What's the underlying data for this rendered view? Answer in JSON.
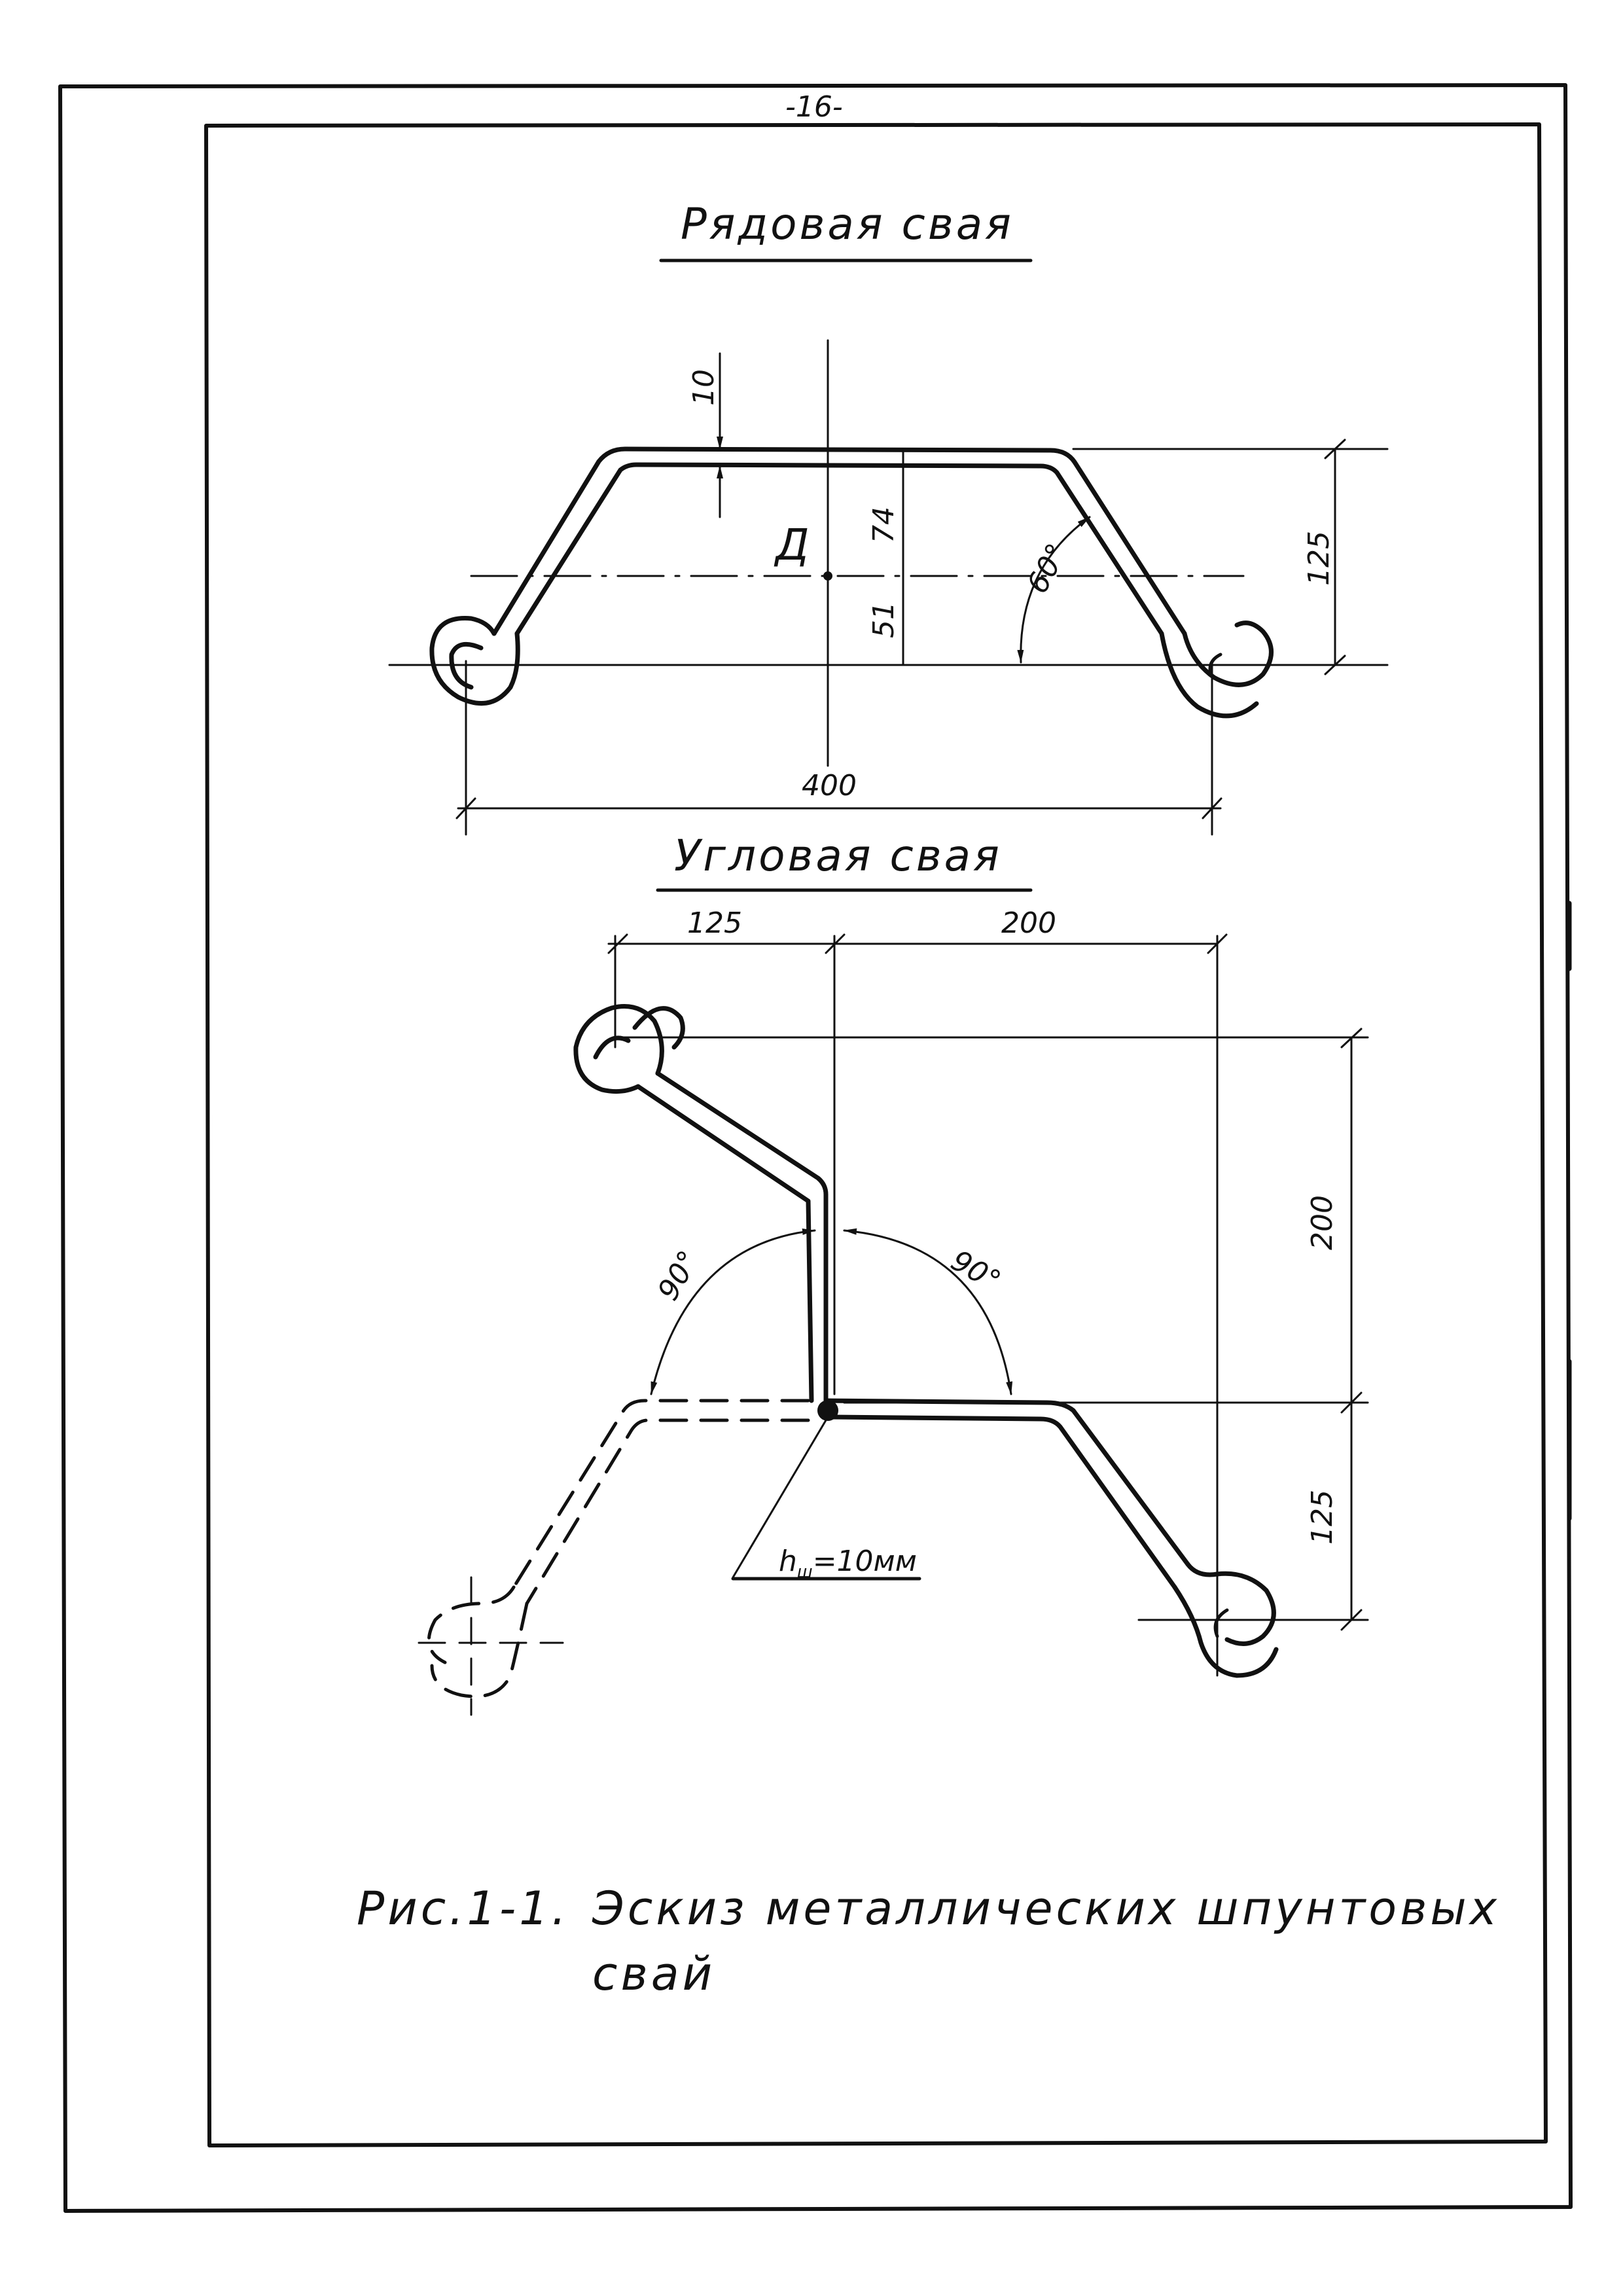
{
  "page": {
    "page_number": "-16-"
  },
  "row_pile": {
    "title": "Рядовая свая",
    "dims": {
      "thickness": "10",
      "upper": "74",
      "lower": "51",
      "height": "125",
      "width": "400",
      "angle": "60°",
      "axis_mark": "Д"
    }
  },
  "corner_pile": {
    "title": "Угловая свая",
    "dims": {
      "top_left": "125",
      "top_right": "200",
      "right_upper": "200",
      "right_lower": "125",
      "angle_left": "90°",
      "angle_right": "90°",
      "weld_h": "h",
      "weld_sub": "ш",
      "weld_value": "=10мм"
    }
  },
  "caption": {
    "label": "Рис.1-1.",
    "line1": "Эскиз металлических шпунтовых",
    "line2": "свай"
  }
}
